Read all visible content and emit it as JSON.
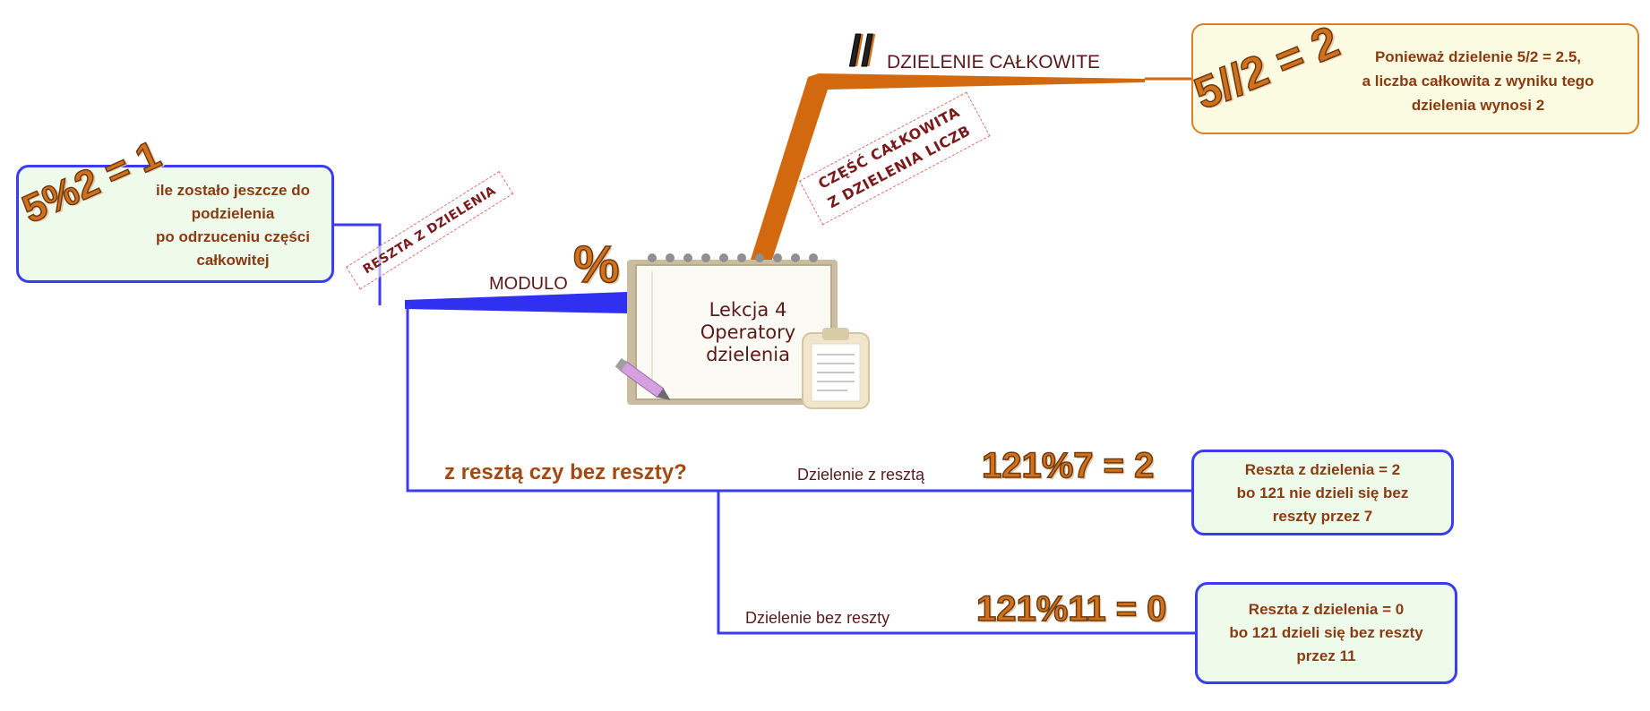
{
  "central": {
    "line1": "Lekcja 4",
    "line2": "Operatory",
    "line3": "dzielenia"
  },
  "modulo_branch": {
    "label": "MODULO",
    "symbol": "%",
    "stamp": "RESZTA Z DZIELENIA",
    "example": {
      "formula": "5%2 = 1",
      "note": [
        "ile zostało jeszcze do",
        "podzielenia",
        "po odrzuceniu części",
        "całkowitej"
      ]
    },
    "question": "z resztą czy bez reszty?",
    "sub_branches": [
      {
        "label": "Dzielenie z resztą",
        "formula": "121%7 = 2",
        "note": [
          "Reszta z dzielenia = 2",
          "bo 121 nie dzieli się bez",
          "reszty przez 7"
        ]
      },
      {
        "label": "Dzielenie bez reszty",
        "formula": "121%11 = 0",
        "note": [
          "Reszta z dzielenia = 0",
          "bo 121 dzieli się bez reszty",
          "przez 11"
        ]
      }
    ]
  },
  "integer_branch": {
    "symbol": "//",
    "label": "DZIELENIE CAŁKOWITE",
    "stamp_line1": "CZĘŚĆ CAŁKOWITA",
    "stamp_line2": "Z DZIELENIA LICZB",
    "example": {
      "formula": "5//2 = 2",
      "note": [
        "Ponieważ dzielenie 5/2 = 2.5,",
        "a liczba całkowita z wyniku tego",
        "dzielenia wynosi 2"
      ]
    }
  },
  "colors": {
    "modulo_branch": "#3b3bf0",
    "integer_branch": "#d2690f",
    "text_dark_red": "#8a3b12",
    "formula_orange": "#d2711c"
  },
  "icons": [
    "notepad-icon",
    "pencil-icon",
    "clipboard-icon"
  ]
}
